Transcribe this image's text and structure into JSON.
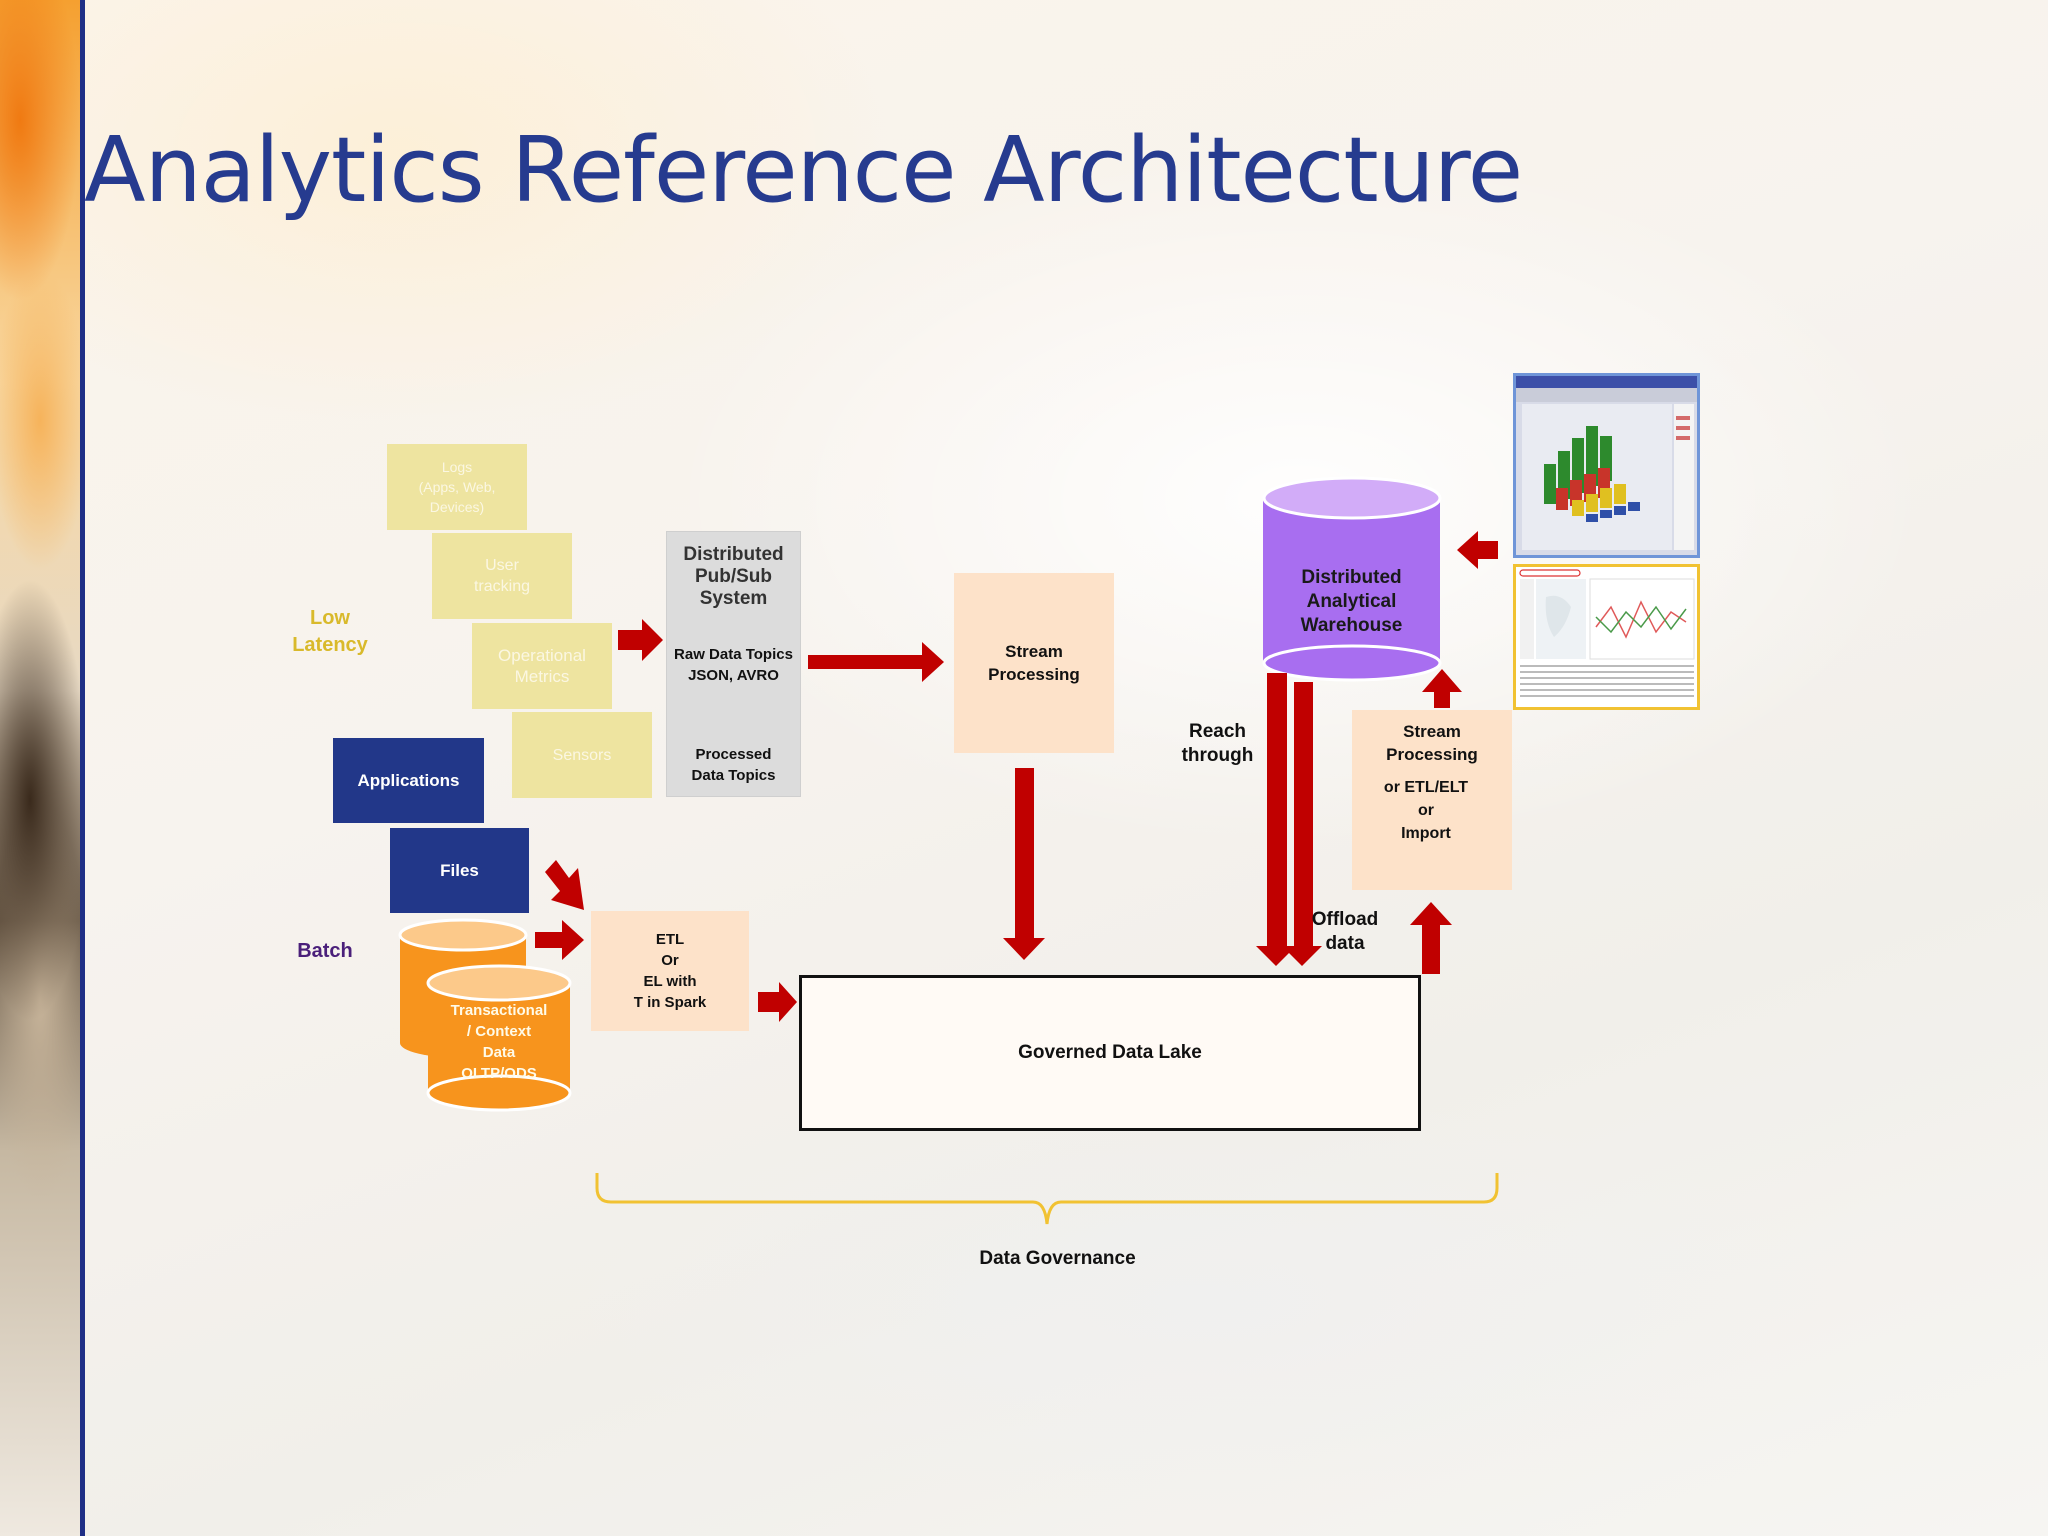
{
  "slide": {
    "title": "Analytics Reference Architecture"
  },
  "sources": {
    "logs": "Logs\n(Apps, Web,\nDevices)",
    "user_tracking": "User\ntracking",
    "operational_metrics": "Operational\nMetrics",
    "sensors": "Sensors",
    "applications": "Applications",
    "files": "Files",
    "transactional": "Transactional\n/ Context\nData\nOLTP/ODS"
  },
  "side_labels": {
    "low_latency": "Low\nLatency",
    "batch": "Batch"
  },
  "pubsub": {
    "title": "Distributed\nPub/Sub\nSystem",
    "raw_topics": "Raw Data Topics\nJSON, AVRO",
    "processed_topics": "Processed\nData Topics"
  },
  "stream_processing": "Stream\nProcessing",
  "etl": "ETL\nOr\nEL with\nT in Spark",
  "data_lake": "Governed Data Lake",
  "warehouse": "Distributed\nAnalytical\nWarehouse",
  "reach_through": "Reach\nthrough",
  "offload_data": "Offload\ndata",
  "stream_etl": {
    "title": "Stream\nProcessing",
    "sub": "or ETL/ELT\nor\nImport"
  },
  "data_governance": "Data Governance",
  "colors": {
    "title": "#263b8f",
    "arrow": "#c00000",
    "navy": "#223789",
    "orange": "#f7941d",
    "purple": "#a86ef0",
    "yellow_box": "#eee4a0",
    "peach": "#fde2c9",
    "governance_brace": "#f1c232"
  }
}
